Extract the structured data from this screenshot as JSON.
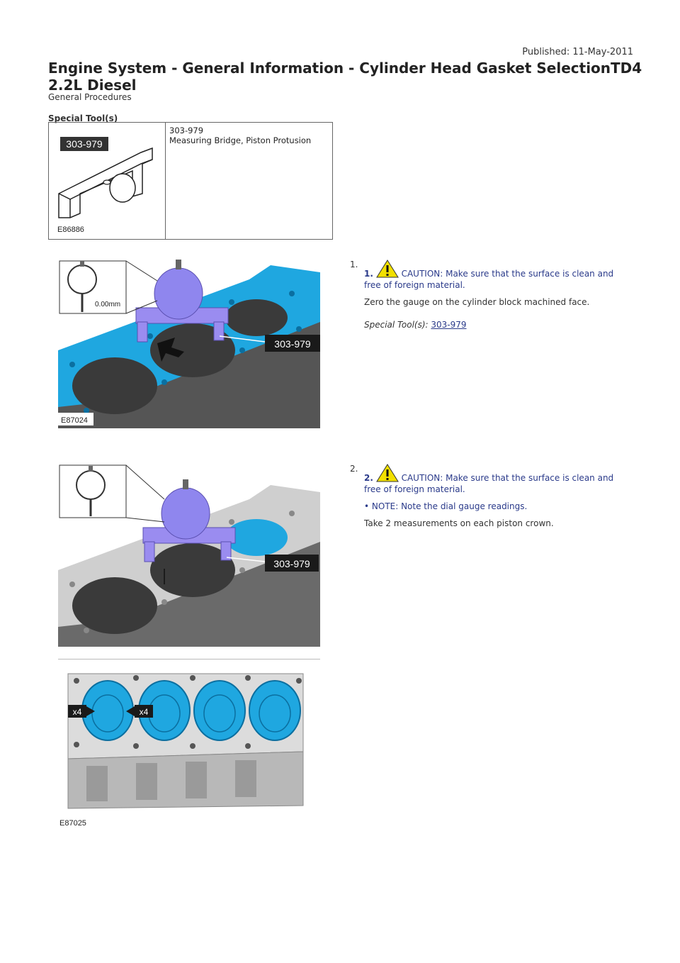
{
  "header": {
    "published": "Published: 11-May-2011",
    "title": "Engine System - General Information - Cylinder Head Gasket SelectionTD4 2.2L Diesel",
    "subtitle": "General Procedures"
  },
  "special_tools": {
    "label": "Special Tool(s)",
    "tool_number": "303-979",
    "tool_name": "Measuring Bridge, Piston Protusion",
    "figure_label": "303-979",
    "figure_id": "E86886"
  },
  "figures": {
    "fig1": {
      "id": "E87024",
      "callout": "303-979",
      "gauge_reading": "0.00mm"
    },
    "fig2": {
      "callout": "303-979"
    },
    "fig3": {
      "id": "E87025",
      "left_badge": "x4",
      "right_badge": "x4"
    }
  },
  "steps": [
    {
      "number": "1.",
      "bold_number": "1.",
      "caution": "CAUTION: Make sure that the surface is clean and free of foreign material.",
      "text": "Zero the gauge on the cylinder block machined face.",
      "special_tools_label": "Special Tool(s):",
      "special_tools_link": "303-979"
    },
    {
      "number": "2.",
      "bold_number": "2.",
      "caution": "CAUTION: Make sure that the surface is clean and free of foreign material.",
      "note": "• NOTE: Note the dial gauge readings.",
      "text": "Take 2 measurements on each piston crown."
    }
  ]
}
